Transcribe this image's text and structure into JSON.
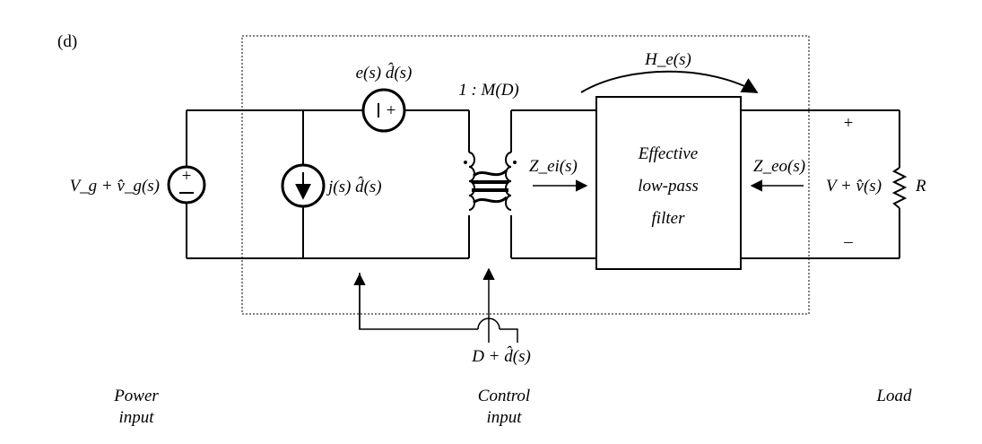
{
  "panel_label": "(d)",
  "labels": {
    "source_voltage": "V_g + v̂_g(s)",
    "voltage_source_term": "e(s) d̂(s)",
    "current_source_term": "j(s) d̂(s)",
    "turns_ratio": "1 : M(D)",
    "transfer_function": "H_e(s)",
    "input_impedance": "Z_ei(s)",
    "output_impedance": "Z_eo(s)",
    "filter_line1": "Effective",
    "filter_line2": "low-pass",
    "filter_line3": "filter",
    "output_voltage": "V + v̂(s)",
    "load_resistor": "R",
    "plus_sign": "+",
    "minus_sign": "–",
    "control_signal": "D + d̂(s)"
  },
  "footer": {
    "power_line1": "Power",
    "power_line2": "input",
    "control_line1": "Control",
    "control_line2": "input",
    "load": "Load"
  }
}
